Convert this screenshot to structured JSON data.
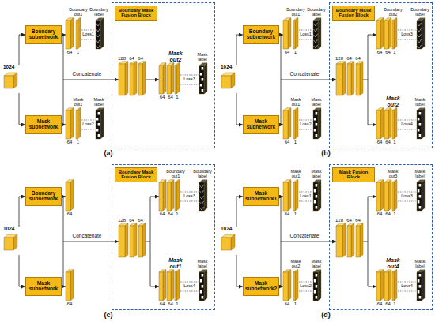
{
  "diagram": {
    "nodes": [
      {
        "text": [
          "1024"
        ]
      },
      {
        "text": [
          "Boundary subnetwork"
        ]
      },
      {
        "text": [
          "Mask subnetwork"
        ]
      },
      {
        "text": [
          "Boundary Mask Fusion Block"
        ]
      },
      {
        "text": [
          "1024"
        ]
      },
      {
        "text": [
          "Boundary subnetwork"
        ]
      },
      {
        "text": [
          "Mask subnetwork"
        ]
      },
      {
        "text": [
          "Boundary Mask Fusion Block"
        ]
      },
      {
        "text": [
          "1024"
        ]
      },
      {
        "text": [
          "Boundary subnetwork"
        ]
      },
      {
        "text": [
          "Mask subnetwork"
        ]
      },
      {
        "text": [
          "Boundary Mask Fusion Block"
        ]
      },
      {
        "text": [
          "1024"
        ]
      },
      {
        "text": [
          "Mask subnetwork1"
        ]
      },
      {
        "text": [
          "Mask subnetwork2"
        ]
      },
      {
        "text": [
          "Mask Fusion Block"
        ]
      }
    ],
    "edges": [
      {
        "from": 0,
        "to": 1,
        "arrow": "to"
      },
      {
        "from": 0,
        "to": 2,
        "arrow": "to"
      },
      {
        "from": 4,
        "to": 5,
        "arrow": "to"
      },
      {
        "from": 4,
        "to": 6,
        "arrow": "to"
      },
      {
        "from": 8,
        "to": 9,
        "arrow": "to"
      },
      {
        "from": 8,
        "to": 10,
        "arrow": "to"
      },
      {
        "from": 12,
        "to": 13,
        "arrow": "to"
      },
      {
        "from": 12,
        "to": 14,
        "arrow": "to"
      }
    ],
    "labels": [
      "Boundary out1",
      "Boundary label",
      "64",
      "1",
      "Loss1",
      "Mask out1",
      "Mask label",
      "64",
      "1",
      "Loss2",
      "Concatenate",
      "128",
      "64",
      "64",
      "Mask out2",
      "Mask label",
      "64",
      "64",
      "1",
      "Loss3",
      "(a)",
      "Boundary out1",
      "Boundary label",
      "64",
      "1",
      "Loss1",
      "Mask out1",
      "Mask label",
      "64",
      "1",
      "Loss2",
      "Concatenate",
      "128",
      "64",
      "64",
      "Boundary out2",
      "Boundary label",
      "64",
      "64",
      "1",
      "Loss3",
      "Mask out2",
      "Mask label",
      "64",
      "64",
      "1",
      "Loss4",
      "(b)",
      "64",
      "64",
      "Concatenate",
      "128",
      "64",
      "64",
      "Boundary out1",
      "Boundary label",
      "64",
      "64",
      "1",
      "Loss3",
      "Mask out1",
      "Mask label",
      "64",
      "64",
      "1",
      "Loss4",
      "(c)",
      "Mask out1",
      "Mask label",
      "64",
      "1",
      "Loss1",
      "Mask out2",
      "Mask label",
      "64",
      "1",
      "Loss2",
      "Concatenate",
      "128",
      "64",
      "64",
      "Mask out3",
      "Mask label",
      "64",
      "64",
      "1",
      "Loss3",
      "Mask out4",
      "Mask label",
      "64",
      "64",
      "1",
      "Loss4",
      "(d)"
    ]
  }
}
